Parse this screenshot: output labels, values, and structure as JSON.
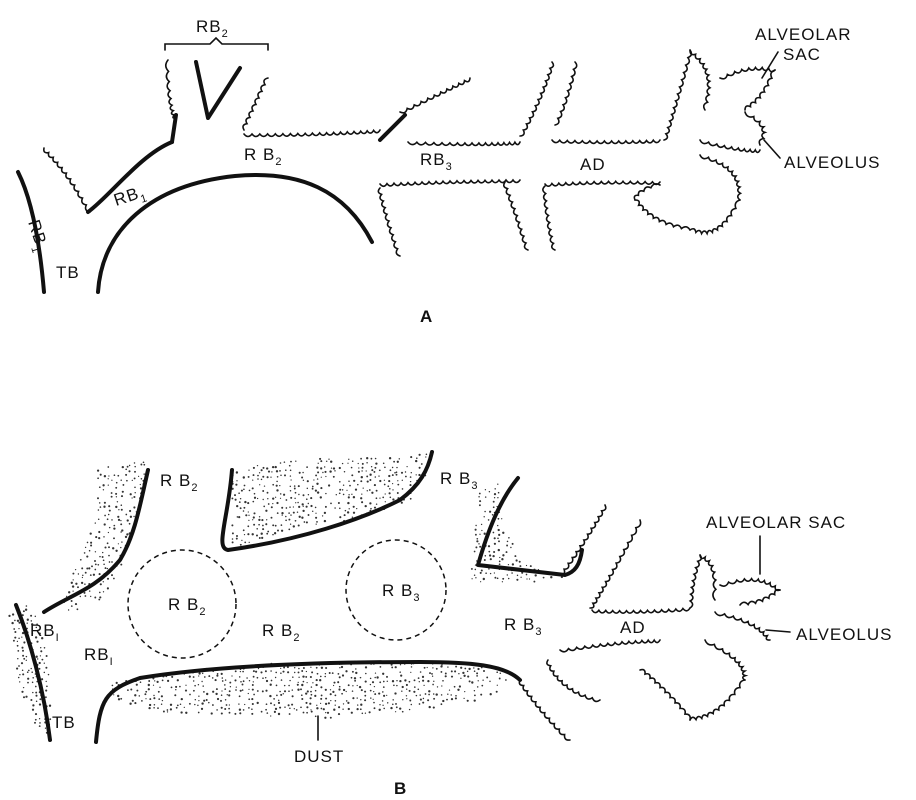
{
  "panel_a": {
    "letter": "A",
    "labels": {
      "rb2_top": "RB",
      "rb2_top_sub": "2",
      "rb1_left": "RB",
      "rb1_left_sub": "1",
      "rb1_mid": "RB",
      "rb1_mid_sub": "1",
      "tb": "TB",
      "rb2_mid": "R B",
      "rb2_mid_sub": "2",
      "rb3": "RB",
      "rb3_sub": "3",
      "ad": "AD",
      "alveolar_sac_line1": "ALVEOLAR",
      "alveolar_sac_line2": "SAC",
      "alveolus": "ALVEOLUS"
    }
  },
  "panel_b": {
    "letter": "B",
    "labels": {
      "rb2_top": "R B",
      "rb2_top_sub": "2",
      "rb3_top": "R B",
      "rb3_top_sub": "3",
      "rb2_circle": "R B",
      "rb2_circle_sub": "2",
      "rb3_circle": "R B",
      "rb3_circle_sub": "3",
      "rb1_left": "RB",
      "rb1_left_sub": "I",
      "rb1_mid": "RB",
      "rb1_mid_sub": "I",
      "rb2_mid": "R B",
      "rb2_mid_sub": "2",
      "rb3_mid": "R B",
      "rb3_mid_sub": "3",
      "ad": "AD",
      "tb": "TB",
      "dust": "DUST",
      "alveolar_sac": "ALVEOLAR SAC",
      "alveolus": "ALVEOLUS"
    }
  }
}
